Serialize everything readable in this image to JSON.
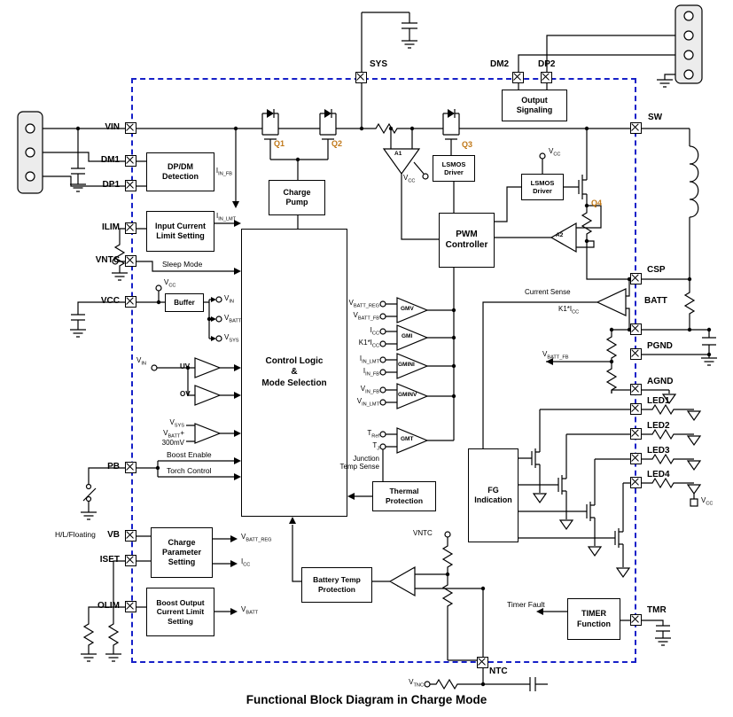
{
  "title": "Functional Block Diagram in Charge Mode",
  "colors": {
    "ic_border": "#1620c8",
    "wire": "#000000",
    "transistor_label": "#c07818"
  },
  "pins": {
    "left": [
      "VIN",
      "DM1",
      "DP1",
      "ILIM",
      "VNTC",
      "VCC",
      "PB",
      "VB",
      "ISET",
      "OLIM"
    ],
    "top": [
      "SYS",
      "DM2",
      "DP2"
    ],
    "right": [
      "SW",
      "CSP",
      "BATT",
      "PGND",
      "AGND",
      "LED1",
      "LED2",
      "LED3",
      "LED4",
      "TMR"
    ],
    "bottom": [
      "NTC"
    ]
  },
  "blocks": {
    "dpdm_detection": "DP/DM\nDetection",
    "input_current_limit": "Input Current\nLimit Setting",
    "charge_pump": "Charge\nPump",
    "buffer": "Buffer",
    "control_logic": "Control Logic\n&\nMode Selection",
    "pwm_controller": "PWM\nController",
    "lsmos_driver_1": "LSMOS\nDriver",
    "lsmos_driver_2": "LSMOS\nDriver",
    "output_signaling": "Output\nSignaling",
    "thermal_protection": "Thermal\nProtection",
    "fg_indication": "FG\nIndication",
    "charge_parameter": "Charge\nParameter\nSetting",
    "battery_temp_protection": "Battery Temp\nProtection",
    "boost_output_limit": "Boost Output\nCurrent Limit\nSetting",
    "timer_function": "TIMER\nFunction"
  },
  "amps": {
    "a1": "A1",
    "a2": "A2",
    "gmv": "GMV",
    "gmi": "GMI",
    "gmini": "GMINI",
    "gminv": "GMINV",
    "gmt": "GMT"
  },
  "transistors": {
    "q1": "Q1",
    "q2": "Q2",
    "q3": "Q3",
    "q4": "Q4"
  },
  "labels": {
    "iin_fb_rail": "I~IN_FB~",
    "iin_lmt": "I~IN_LMT~",
    "sleep_mode": "Sleep Mode",
    "vcc_buffer": "V~CC~",
    "vin_out": "V~IN~",
    "vbatt_out": "V~BATT~",
    "vsys_out": "V~SYS~",
    "vin_comp": "V~IN~",
    "uv": "UV",
    "ov": "OV",
    "vsys_comp": "V~SYS~",
    "vbatt_plus": "V~BATT~+",
    "mv300": "300mV",
    "boost_enable": "Boost Enable",
    "torch_control": "Torch Control",
    "hl_floating": "H/L/Floating",
    "vbatt_reg_out": "V~BATT_REG~",
    "icc_out": "I~CC~",
    "vbatt_boost_out": "V~BATT~",
    "vbatt_reg_in": "V~BATT_REG~",
    "vbatt_fb_in": "V~BATT_FB~",
    "icc_in": "I~CC~",
    "k1icc_in": "K1*I~CC~",
    "iin_lmt_in": "I~IN_LMT~",
    "iin_fb_in": "I~IN_FB~",
    "vin_fb_in": "V~IN_FB~",
    "vin_lmt_in": "V~IN_LMT~",
    "tref_in": "T~Ref~",
    "tj_in": "T~J~",
    "junction_temp": "Junction\nTemp Sense",
    "current_sense": "Current Sense",
    "k1icc_cs": "K1*I~CC~",
    "vbatt_fb_div": "V~BATT_FB~",
    "vcc_a1": "V~CC~",
    "vcc_lsmos": "V~CC~",
    "vcc_led": "V~CC~",
    "timer_fault": "Timer Fault",
    "vntc": "VNTC",
    "vtnc": "V~TNC~"
  }
}
